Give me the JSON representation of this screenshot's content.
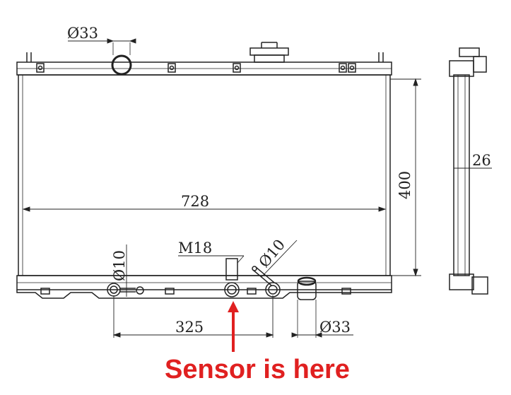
{
  "drawing": {
    "top_inlet_diameter": "Ø33",
    "core_width": "728",
    "core_height": "400",
    "core_thickness": "26",
    "sensor_thread": "M18",
    "fitting_left_diameter": "Ø10",
    "fitting_right_diameter": "Ø10",
    "outlet_offset": "325",
    "bottom_outlet_diameter": "Ø33"
  },
  "annotation": {
    "label": "Sensor is here",
    "color": "#e02020"
  }
}
